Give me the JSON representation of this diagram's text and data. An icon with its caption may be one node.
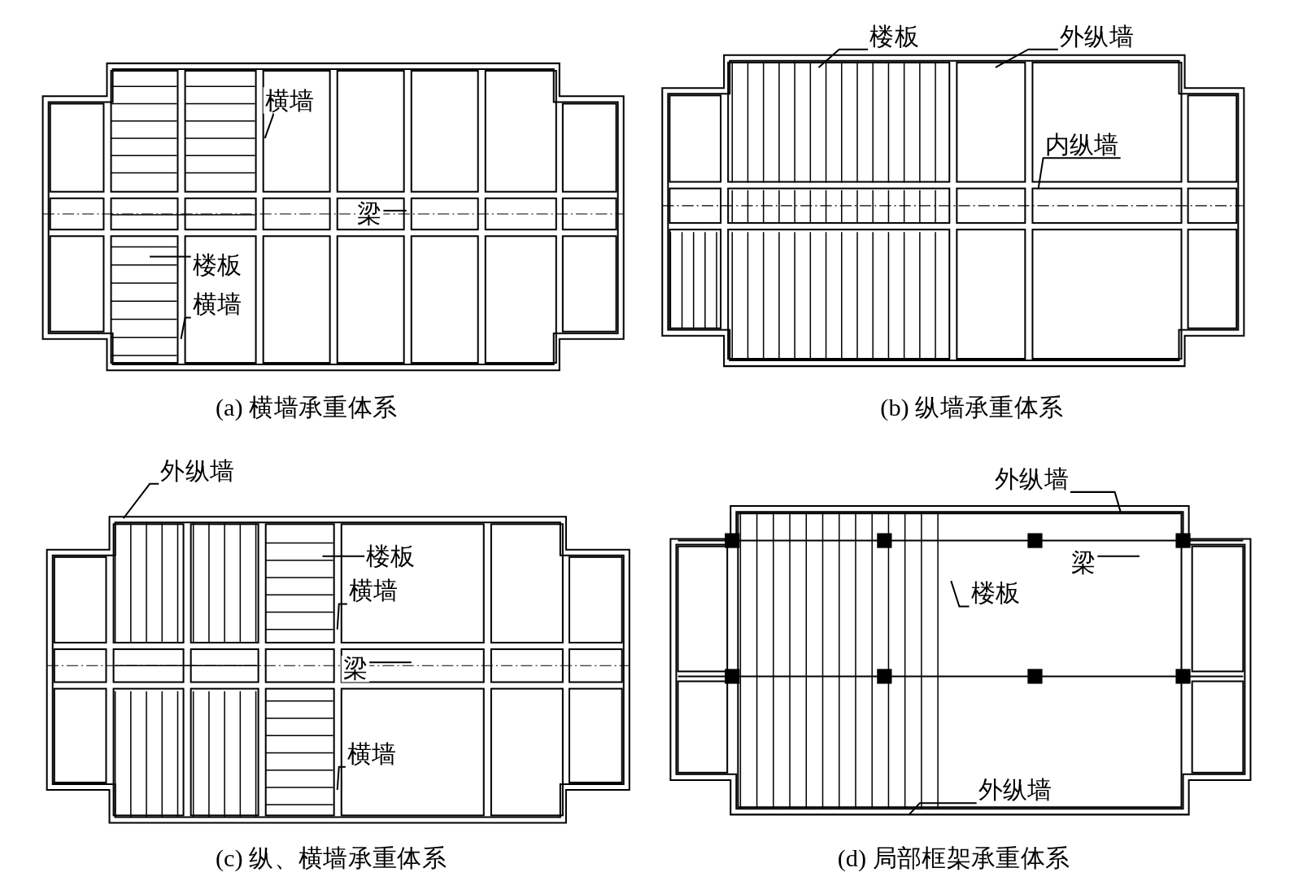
{
  "diagram": {
    "nodes": [
      {
        "text": [
          "横墙"
        ]
      },
      {
        "text": [
          "梁"
        ]
      },
      {
        "text": [
          "楼板"
        ]
      },
      {
        "text": [
          "横墙"
        ]
      },
      {
        "text": [
          "楼板"
        ]
      },
      {
        "text": [
          "外纵墙"
        ]
      },
      {
        "text": [
          "内纵墙"
        ]
      },
      {
        "text": [
          "外纵墙"
        ]
      },
      {
        "text": [
          "楼板"
        ]
      },
      {
        "text": [
          "横墙"
        ]
      },
      {
        "text": [
          "梁"
        ]
      },
      {
        "text": [
          "横墙"
        ]
      },
      {
        "text": [
          "外纵墙"
        ]
      },
      {
        "text": [
          "梁"
        ]
      },
      {
        "text": [
          "楼板"
        ]
      },
      {
        "text": [
          "外纵墙"
        ]
      }
    ],
    "edges": [
      {
        "from": 0,
        "to": null,
        "arrow": "none"
      },
      {
        "from": 1,
        "to": null,
        "arrow": "none"
      },
      {
        "from": 2,
        "to": null,
        "arrow": "none"
      },
      {
        "from": 3,
        "to": null,
        "arrow": "none"
      },
      {
        "from": 4,
        "to": null,
        "arrow": "none"
      },
      {
        "from": 5,
        "to": null,
        "arrow": "none"
      },
      {
        "from": 6,
        "to": null,
        "arrow": "none"
      },
      {
        "from": 7,
        "to": null,
        "arrow": "none"
      },
      {
        "from": 8,
        "to": null,
        "arrow": "none"
      },
      {
        "from": 9,
        "to": null,
        "arrow": "none"
      },
      {
        "from": 10,
        "to": null,
        "arrow": "none"
      },
      {
        "from": 11,
        "to": null,
        "arrow": "none"
      },
      {
        "from": 12,
        "to": null,
        "arrow": "none"
      },
      {
        "from": 13,
        "to": null,
        "arrow": "none"
      },
      {
        "from": 14,
        "to": null,
        "arrow": "none"
      },
      {
        "from": 15,
        "to": null,
        "arrow": "none"
      }
    ],
    "labels": [
      "(a) 横墙承重体系",
      "(b) 纵墙承重体系",
      "(c) 纵、横墙承重体系",
      "(d) 局部框架承重体系"
    ]
  }
}
